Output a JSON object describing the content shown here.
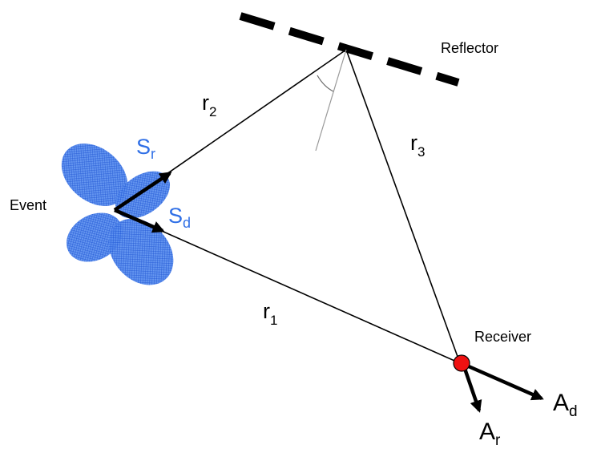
{
  "labels": {
    "reflector": "Reflector",
    "event": "Event",
    "receiver": "Receiver",
    "r1": {
      "main": "r",
      "sub": "1"
    },
    "r2": {
      "main": "r",
      "sub": "2"
    },
    "r3": {
      "main": "r",
      "sub": "3"
    },
    "sr": {
      "main": "S",
      "sub": "r"
    },
    "sd": {
      "main": "S",
      "sub": "d"
    },
    "ar": {
      "main": "A",
      "sub": "r"
    },
    "ad": {
      "main": "A",
      "sub": "d"
    }
  },
  "colors": {
    "radiation_pattern": "#2f6fe6",
    "receiver_dot": "#ee1111",
    "lines": "#000000",
    "normal_line": "#999999"
  }
}
